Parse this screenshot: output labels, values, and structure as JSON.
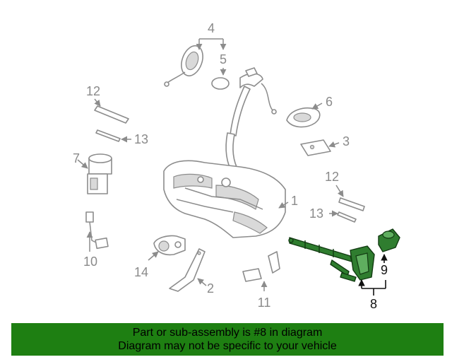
{
  "callouts": {
    "c1": "1",
    "c2": "2",
    "c3": "3",
    "c4": "4",
    "c5": "5",
    "c6": "6",
    "c7": "7",
    "c8": "8",
    "c9": "9",
    "c10": "10",
    "c11": "11",
    "c12a": "12",
    "c12b": "12",
    "c13a": "13",
    "c13b": "13",
    "c14": "14"
  },
  "banner": {
    "line1": "Part or sub-assembly is #8 in diagram",
    "line2": "Diagram may not be specific to your vehicle"
  },
  "colors": {
    "highlight": "#2f7d2f",
    "banner_bg": "#1e7f12",
    "callout_gray": "#8a8a8a"
  }
}
